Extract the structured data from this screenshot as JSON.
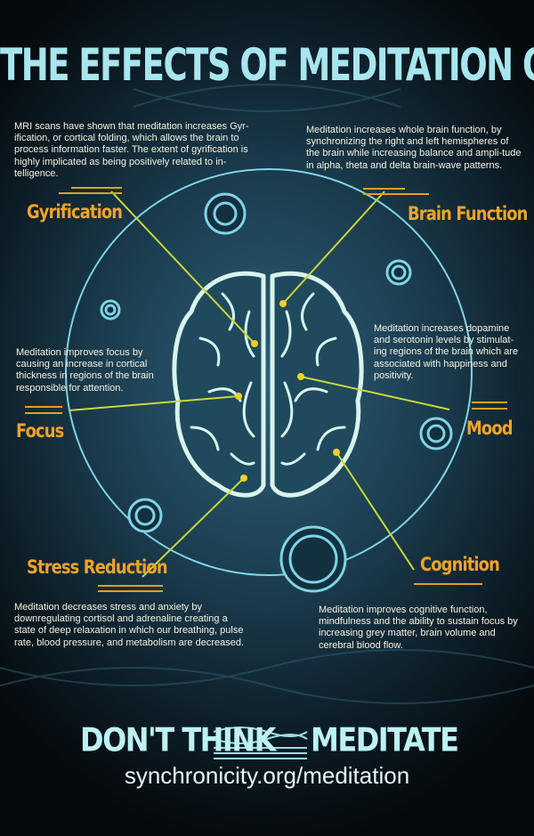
{
  "title": "THE EFFECTS OF MEDITATION ON THE BRAIN",
  "sections": {
    "gyrification": {
      "label": "Gyrification",
      "text": "MRI scans have shown that meditation increases Gyr-ification, or cortical folding, which allows the brain to process information faster.  The extent of gyrification is highly implicated as being positively related to in-telligence."
    },
    "brain_function": {
      "label": "Brain Function",
      "text": "Meditation increases whole brain function, by synchronizing the right and left hemispheres of the brain while increasing balance and ampli-tude in  alpha, theta and delta brain-wave patterns."
    },
    "focus": {
      "label": "Focus",
      "text": "Meditation improves focus by causing an increase in cortical thickness in regions of the brain responsible for attention."
    },
    "mood": {
      "label": "Mood",
      "text": "Meditation increases dopamine and serotonin levels by stimulat-ing regions of the brain which are associated with happiness and positivity."
    },
    "stress_reduction": {
      "label": "Stress Reduction",
      "text": "Meditation decreases stress and anxiety  by downregulating cortisol and adrenaline creating a state of deep relaxation in which our breathing, pulse rate, blood pressure, and metabolism are decreased."
    },
    "cognition": {
      "label": "Cognition",
      "text": "Meditation improves cognitive function, mindfulness and the ability to sustain focus by increasing grey matter, brain volume and cerebral blood flow."
    }
  },
  "footer": {
    "left": "DON'T THINK",
    "right": "MEDITATE",
    "url": "synchronicity.org/meditation"
  },
  "colors": {
    "title": "#a8e6ee",
    "label": "#f0a428",
    "line": "#c8d83a",
    "ring": "#7fd3e6"
  }
}
